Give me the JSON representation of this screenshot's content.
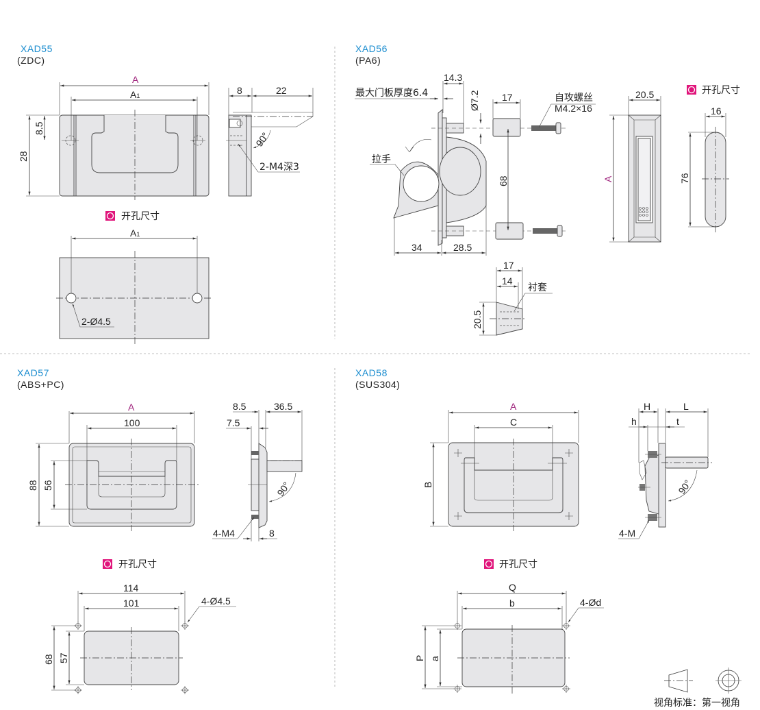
{
  "colors": {
    "model": "#1a8ccf",
    "dimension_var": "#a0267e",
    "badge": "#e0157b",
    "part_fill": "#e6e6e8"
  },
  "cutout_label": "开孔尺寸",
  "xad55": {
    "model": "XAD55",
    "material": "(ZDC)",
    "dims": {
      "A": "A",
      "A1": "A",
      "A1_sub": "1",
      "h28": "28",
      "h8_5": "8.5",
      "s8": "8",
      "s22": "22",
      "angle": "90°",
      "thread": "2-M4深3"
    },
    "cutout": {
      "A1": "A",
      "A1_sub": "1",
      "holes": "2-Ø4.5"
    }
  },
  "xad56": {
    "model": "XAD56",
    "material": "(PA6)",
    "dims": {
      "d14_3": "14.3",
      "max_thickness": "最大门板厚度6.4",
      "d7_2": "Ø7.2",
      "d17": "17",
      "screw_label": "自攻螺丝",
      "screw_spec": "M4.2×16",
      "handle": "拉手",
      "d68": "68",
      "d34": "34",
      "d28_5": "28.5",
      "A": "A",
      "w20_5": "20.5"
    },
    "cutout": {
      "w16": "16",
      "h76": "76"
    },
    "bushing": {
      "d17": "17",
      "d14": "14",
      "label": "衬套",
      "h20_5": "20.5"
    }
  },
  "xad57": {
    "model": "XAD57",
    "material": "(ABS+PC)",
    "dims": {
      "A": "A",
      "w100": "100",
      "h88": "88",
      "h56": "56",
      "s8_5": "8.5",
      "s36_5": "36.5",
      "s7_5": "7.5",
      "angle": "90°",
      "thread": "4-M4",
      "s8": "8"
    },
    "cutout": {
      "w114": "114",
      "w101": "101",
      "holes": "4-Ø4.5",
      "h68": "68",
      "h57": "57"
    }
  },
  "xad58": {
    "model": "XAD58",
    "material": "(SUS304)",
    "dims": {
      "A": "A",
      "C": "C",
      "B": "B",
      "H": "H",
      "L": "L",
      "h": "h",
      "t": "t",
      "angle": "90°",
      "thread": "4-M"
    },
    "cutout": {
      "Q": "Q",
      "b": "b",
      "holes": "4-Ød",
      "P": "P",
      "a": "a"
    }
  },
  "projection": {
    "label": "视角标准：第一视角"
  }
}
